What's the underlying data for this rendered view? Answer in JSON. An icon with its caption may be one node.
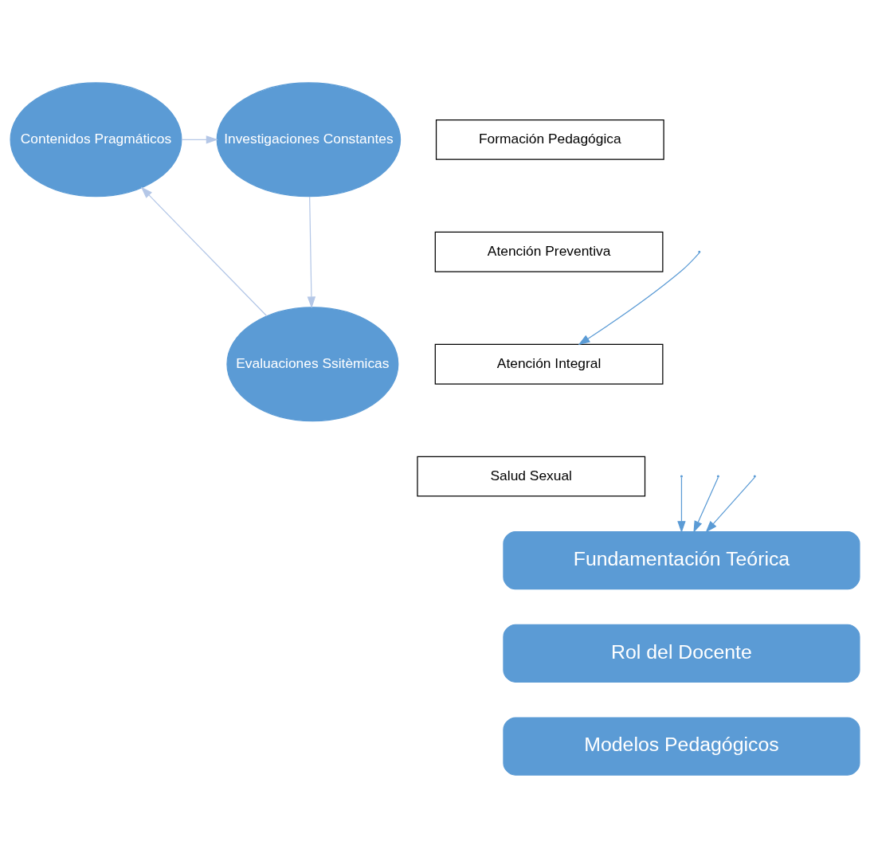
{
  "diagram": {
    "nodes": [
      {
        "text": [
          "Contenidos Pragmáticos"
        ]
      },
      {
        "text": [
          "Investigaciones Constantes"
        ]
      },
      {
        "text": [
          "Evaluaciones Ssitèmicas"
        ]
      },
      {
        "text": [
          "Formación Pedagógica"
        ]
      },
      {
        "text": [
          "Atención Preventiva"
        ]
      },
      {
        "text": [
          "Atención Integral"
        ]
      },
      {
        "text": [
          "Salud Sexual"
        ]
      },
      {
        "text": [
          "Fundamentación Teórica"
        ]
      },
      {
        "text": [
          "Rol del Docente"
        ]
      },
      {
        "text": [
          "Modelos Pedagógicos"
        ]
      }
    ],
    "edges": [
      {
        "from": 0,
        "to": 1,
        "arrow": "to",
        "color": "#b4c7e7"
      },
      {
        "from": 1,
        "to": 2,
        "arrow": "to",
        "color": "#b4c7e7"
      },
      {
        "from": 2,
        "to": 0,
        "arrow": "to",
        "color": "#b4c7e7"
      },
      {
        "from": null,
        "to": 5,
        "arrow": "to",
        "color": "#5b9bd5"
      },
      {
        "from": null,
        "to": 7,
        "arrow": "to",
        "color": "#5b9bd5"
      },
      {
        "from": null,
        "to": 7,
        "arrow": "to",
        "color": "#5b9bd5"
      },
      {
        "from": null,
        "to": 7,
        "arrow": "to",
        "color": "#5b9bd5"
      }
    ]
  }
}
